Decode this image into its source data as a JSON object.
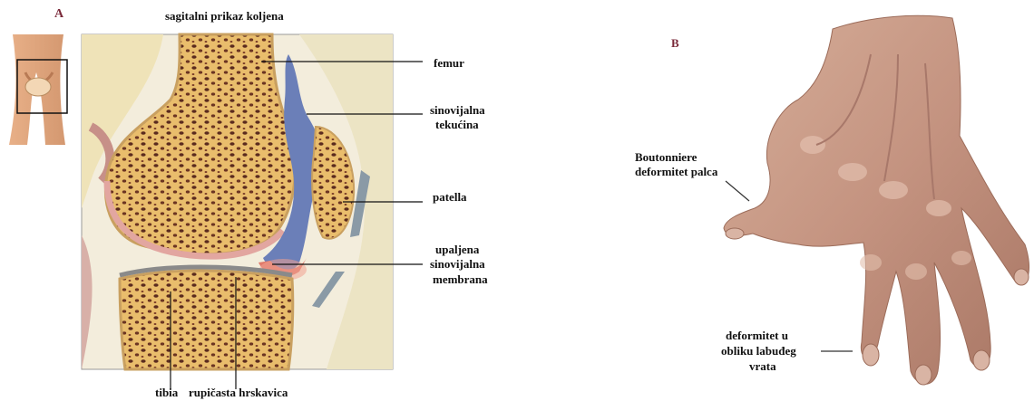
{
  "panel_a": {
    "letter": "A",
    "title": "sagitalni prikaz koljena",
    "labels": {
      "femur": "femur",
      "synovial_fluid_1": "sinovijalna",
      "synovial_fluid_2": "tekućina",
      "patella": "patella",
      "membrane_1": "upaljena",
      "membrane_2": "sinovijalna",
      "membrane_3": "membrana",
      "tibia": "tibia",
      "cartilage": "rupičasta hrskavica"
    }
  },
  "panel_b": {
    "letter": "B",
    "labels": {
      "boutonniere_1": "Boutonniere",
      "boutonniere_2": "deformitet palca",
      "swan_1": "deformitet u",
      "swan_2": "obliku labuđeg",
      "swan_3": "vrata"
    }
  },
  "colors": {
    "bone": "#e7b866",
    "bone_pore": "#5a2a1e",
    "synovial_fluid": "#6b7fb8",
    "inflamed": "#e07a6a",
    "skin": "#c99a86",
    "panel_letter": "#7a2a3a"
  }
}
